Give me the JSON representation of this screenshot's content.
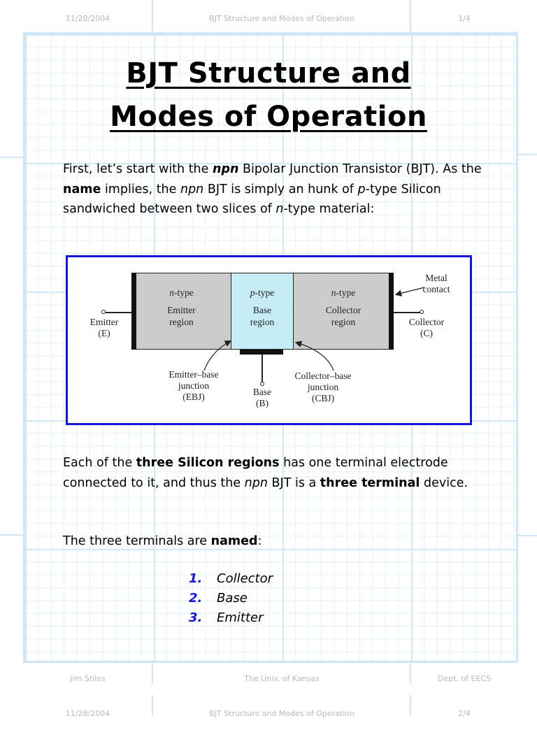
{
  "header": {
    "date": "11/28/2004",
    "title": "BJT Structure and Modes of Operation",
    "page": "1/4"
  },
  "footer": {
    "author": "Jim Stiles",
    "institution": "The Univ. of Kansas",
    "department": "Dept. of EECS"
  },
  "next_header": {
    "date": "11/28/2004",
    "title": "BJT Structure and Modes of Operation",
    "page": "2/4"
  },
  "title": {
    "line1": "BJT Structure and",
    "line2": "Modes of Operation"
  },
  "intro": {
    "p1_a": "First, let’s start with the ",
    "p1_npn": "npn",
    "p1_b": " Bipolar Junction Transistor (BJT).  As the ",
    "p1_name": "name",
    "p1_c": " implies, the ",
    "p1_npn2": "npn",
    "p1_d": "  BJT is simply an hunk of ",
    "p1_p": "p",
    "p1_e": "-type Silicon sandwiched between two slices of ",
    "p1_n": "n",
    "p1_f": "-type material:"
  },
  "figure": {
    "emitter_region": {
      "type_letter": "n",
      "type_suffix": "-type",
      "label1": "Emitter",
      "label2": "region"
    },
    "base_region": {
      "type_letter": "p",
      "type_suffix": "-type",
      "label1": "Base",
      "label2": "region"
    },
    "collector_region": {
      "type_letter": "n",
      "type_suffix": "-type",
      "label1": "Collector",
      "label2": "region"
    },
    "emitter_terminal": {
      "name": "Emitter",
      "symbol": "(E)"
    },
    "collector_terminal": {
      "name": "Collector",
      "symbol": "(C)"
    },
    "base_terminal": {
      "name": "Base",
      "symbol": "(B)"
    },
    "ebj": {
      "line1": "Emitter–base",
      "line2": "junction",
      "line3": "(EBJ)"
    },
    "cbj": {
      "line1": "Collector–base",
      "line2": "junction",
      "line3": "(CBJ)"
    },
    "metal_contact": {
      "line1": "Metal",
      "line2": "contact"
    },
    "colors": {
      "border": "#1414e0",
      "n_region": "#cfcfcf",
      "p_region": "#c6ecf6"
    }
  },
  "body2": {
    "a": "Each of the ",
    "b_bold": "three Silicon regions",
    "c": " has one terminal electrode connected to it, and thus the ",
    "d_npn": "npn",
    "e": " BJT is a ",
    "f_bold": "three terminal",
    "g": " device."
  },
  "body3": {
    "a": "The three terminals are ",
    "b_bold": "named",
    "c": ":"
  },
  "terminals": [
    {
      "num": "1.",
      "label": "Collector"
    },
    {
      "num": "2.",
      "label": "Base"
    },
    {
      "num": "3.",
      "label": "Emitter"
    }
  ],
  "colors": {
    "grid_minor": "#e2f1fb",
    "grid_major": "#d2e9f8",
    "list_number": "#1414e0",
    "header_text": "#b9b9b9"
  }
}
